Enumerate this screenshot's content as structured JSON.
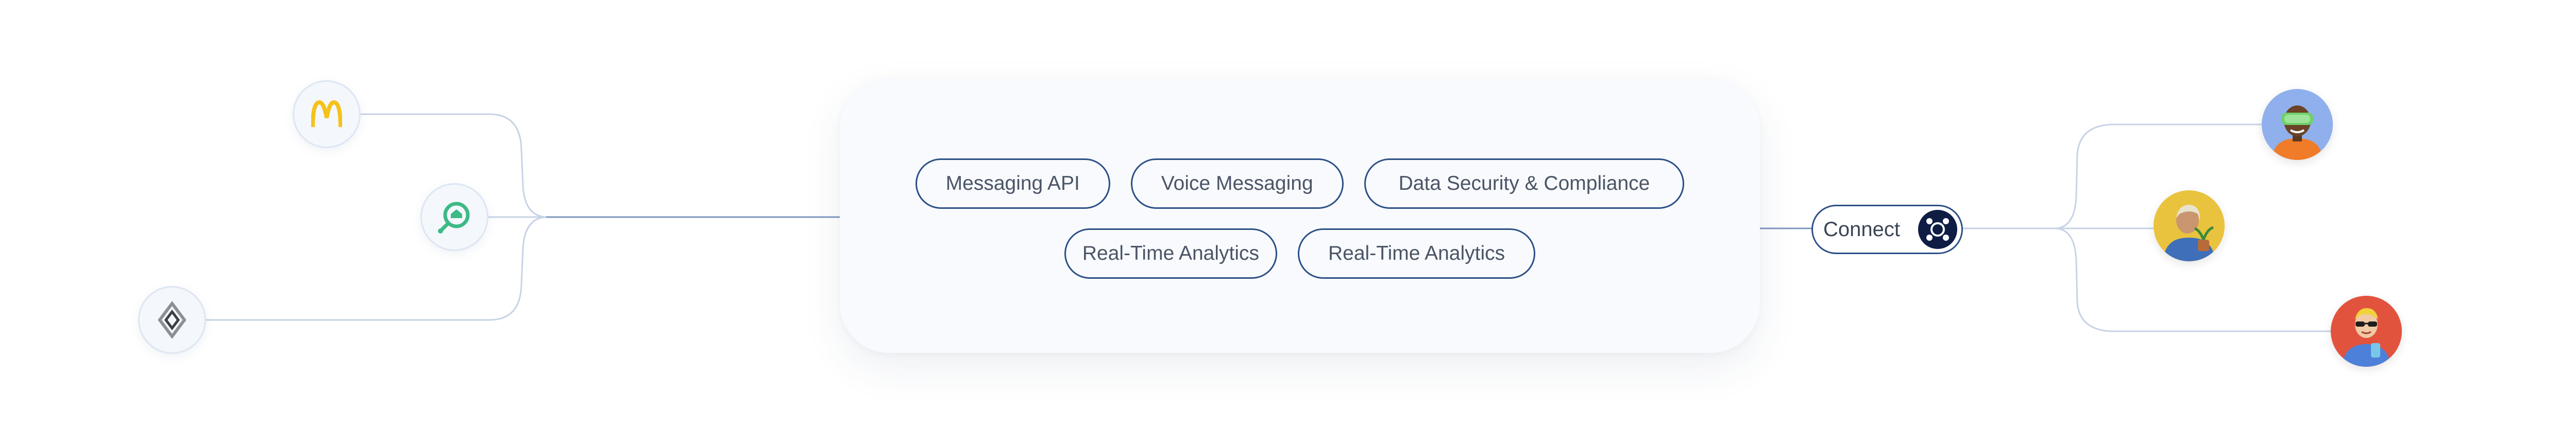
{
  "services": {
    "row1": [
      "Messaging API",
      "Voice Messaging",
      "Data Security & Compliance"
    ],
    "row2": [
      "Real-Time Analytics",
      "Real-Time Analytics"
    ]
  },
  "connect": {
    "label": "Connect",
    "icon": "connect-nodes-icon"
  },
  "brands": [
    {
      "name": "mcdonalds-logo",
      "color": "#f6c21a"
    },
    {
      "name": "home-search-logo",
      "color": "#3dba86"
    },
    {
      "name": "renault-logo",
      "color": "#8a8f98"
    }
  ],
  "avatars": [
    {
      "name": "avatar-vr-headset",
      "background": "#8fb0ec"
    },
    {
      "name": "avatar-plant-holder",
      "background": "#e9c33d"
    },
    {
      "name": "avatar-sunglasses",
      "background": "#e2533e"
    }
  ],
  "colors": {
    "accent": "#2c4f86",
    "connector_line": "#c7d3e6",
    "card_background": "#f8fafd",
    "text": "#4b5566"
  }
}
